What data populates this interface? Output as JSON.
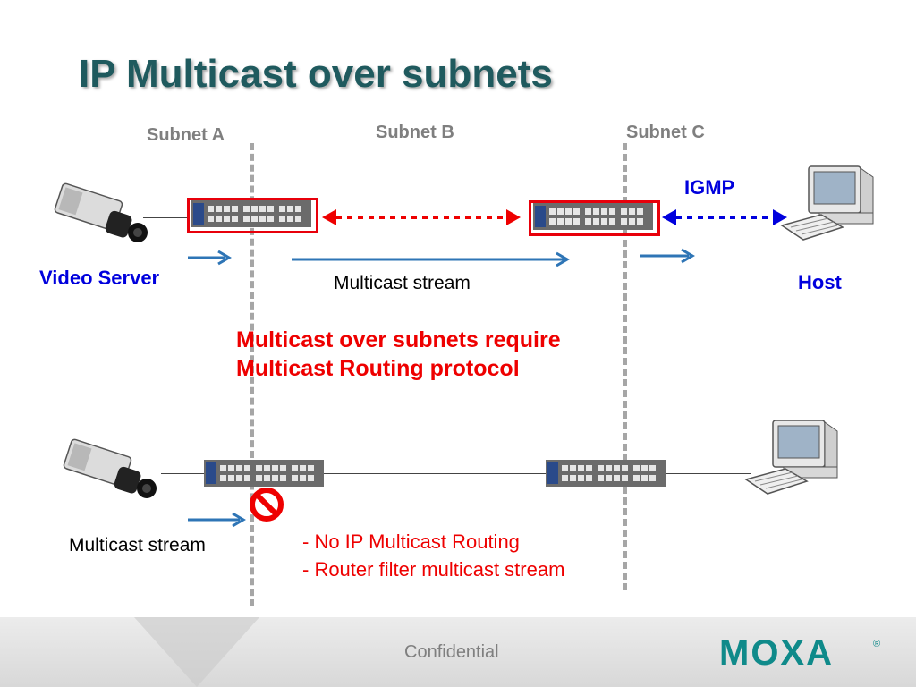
{
  "title": "IP Multicast over subnets",
  "subnets": {
    "a": "Subnet A",
    "b": "Subnet B",
    "c": "Subnet C"
  },
  "top_diagram": {
    "igmp": "IGMP",
    "video_server": "Video Server",
    "stream": "Multicast stream",
    "host": "Host"
  },
  "requirement": {
    "line1": "Multicast over subnets require",
    "line2": "Multicast Routing protocol"
  },
  "bottom_diagram": {
    "stream": "Multicast stream",
    "note1": "- No IP Multicast Routing",
    "note2": "- Router filter multicast stream"
  },
  "footer": {
    "confidential": "Confidential",
    "logo": "MOXA"
  },
  "colors": {
    "title": "#1f5a5e",
    "red": "#ee0000",
    "blue_text": "#0000dd",
    "arrow_blue": "#2e75b6",
    "logo": "#0f8a8a"
  }
}
